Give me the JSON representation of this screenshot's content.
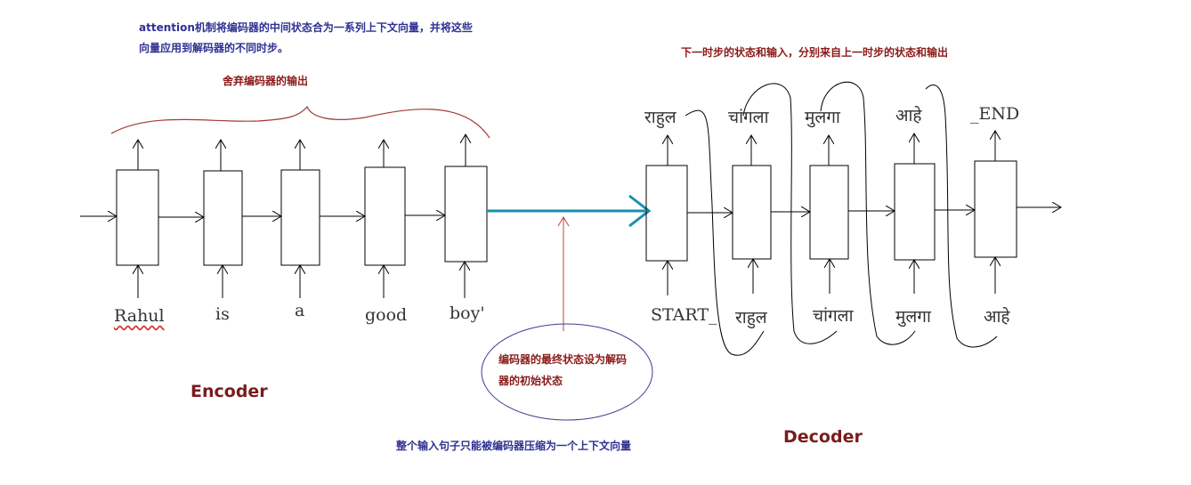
{
  "notes": {
    "attention_line1": "attention机制将编码器的中间状态合为一系列上下文向量，并将这些",
    "attention_line2": "向量应用到解码器的不同时步。",
    "discard_output": "舍弃编码器的输出",
    "decoder_io": "下一时步的状态和输入，分别来自上一时步的状态和输出",
    "final_state_line1": "编码器的最终状态设为解码",
    "final_state_line2": "器的初始状态",
    "bottleneck": "整个输入句子只能被编码器压缩为一个上下文向量"
  },
  "titles": {
    "encoder": "Encoder",
    "decoder": "Decoder"
  },
  "encoder": {
    "inputs": [
      "Rahul",
      "is",
      "a",
      "good",
      "boy'"
    ]
  },
  "decoder": {
    "outputs": [
      "राहुल",
      "चांगला",
      "मुलगा",
      "आहे",
      "_END"
    ],
    "inputs": [
      "START_",
      "राहुल",
      "चांगला",
      "मुलगा",
      "आहे"
    ]
  },
  "colors": {
    "note_blue": "#2e3192",
    "note_red": "#8b1a1a",
    "context_arrow": "#1a8fb0",
    "brace": "#a33a3a",
    "pointer_line": "#c04040",
    "ellipse": "#3b3f8f"
  }
}
